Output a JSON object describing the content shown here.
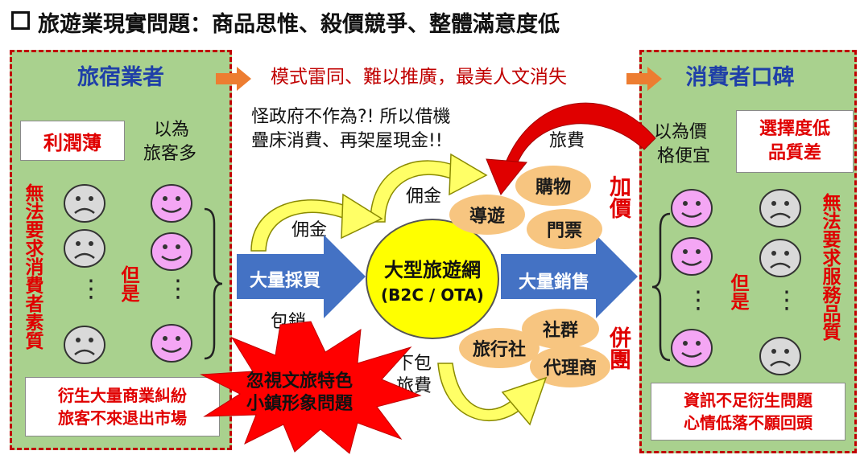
{
  "title": "旅遊業現實問題：商品思惟、殺價競爭、整體滿意度低",
  "top_banner": "模式雷同、難以推廣，最美人文消失",
  "left_panel": {
    "title": "旅宿業者",
    "profit_box": "利潤薄",
    "assume_text": [
      "以為",
      "旅客多"
    ],
    "vertical_note": "無法要求消費者素質",
    "but_text": "但是",
    "dots": "⋮",
    "bottom_box": [
      "衍生大量商業糾紛",
      "旅客不來退出市場"
    ]
  },
  "right_panel": {
    "title": "消費者口碑",
    "assume_text": [
      "以為價",
      "格便宜"
    ],
    "choice_box": [
      "選擇度低",
      "品質差"
    ],
    "vertical_note": "無法要求服務品質",
    "but_text": "但是",
    "dots": "⋮",
    "bottom_box": [
      "資訊不足衍生問題",
      "心情低落不願回頭"
    ]
  },
  "center": {
    "complaint": [
      "怪政府不作為?! 所以借機",
      "疊床消費、再架屋現金!!"
    ],
    "commission_1": "佣金",
    "commission_2": "佣金",
    "travel_fee_top": "旅費",
    "bulk_buy": "大量採買",
    "package_sale": "包銷",
    "platform": [
      "大型旅遊網",
      "(B2C / OTA)"
    ],
    "bulk_sell": "大量銷售",
    "down_package": [
      "下包",
      "旅費"
    ],
    "burst": [
      "忽視文旅特色",
      "小鎮形象問題"
    ],
    "markup": "加價",
    "combine": "併團",
    "addons_top": [
      "購物",
      "導遊",
      "門票"
    ],
    "addons_bottom": [
      "社群",
      "旅行社",
      "代理商"
    ]
  },
  "colors": {
    "panel_green": "#a9d18e",
    "dashed_red": "#c00000",
    "blue_arrow": "#4472c4",
    "orange_arrow": "#ed7d31",
    "platform_yellow": "#ffff00",
    "pill_orange": "#f7c580",
    "curve_yellow": "#ffff66",
    "curve_red": "#e00000",
    "face_pink": "#f4a6f4",
    "face_gray": "#d9d9d9"
  }
}
